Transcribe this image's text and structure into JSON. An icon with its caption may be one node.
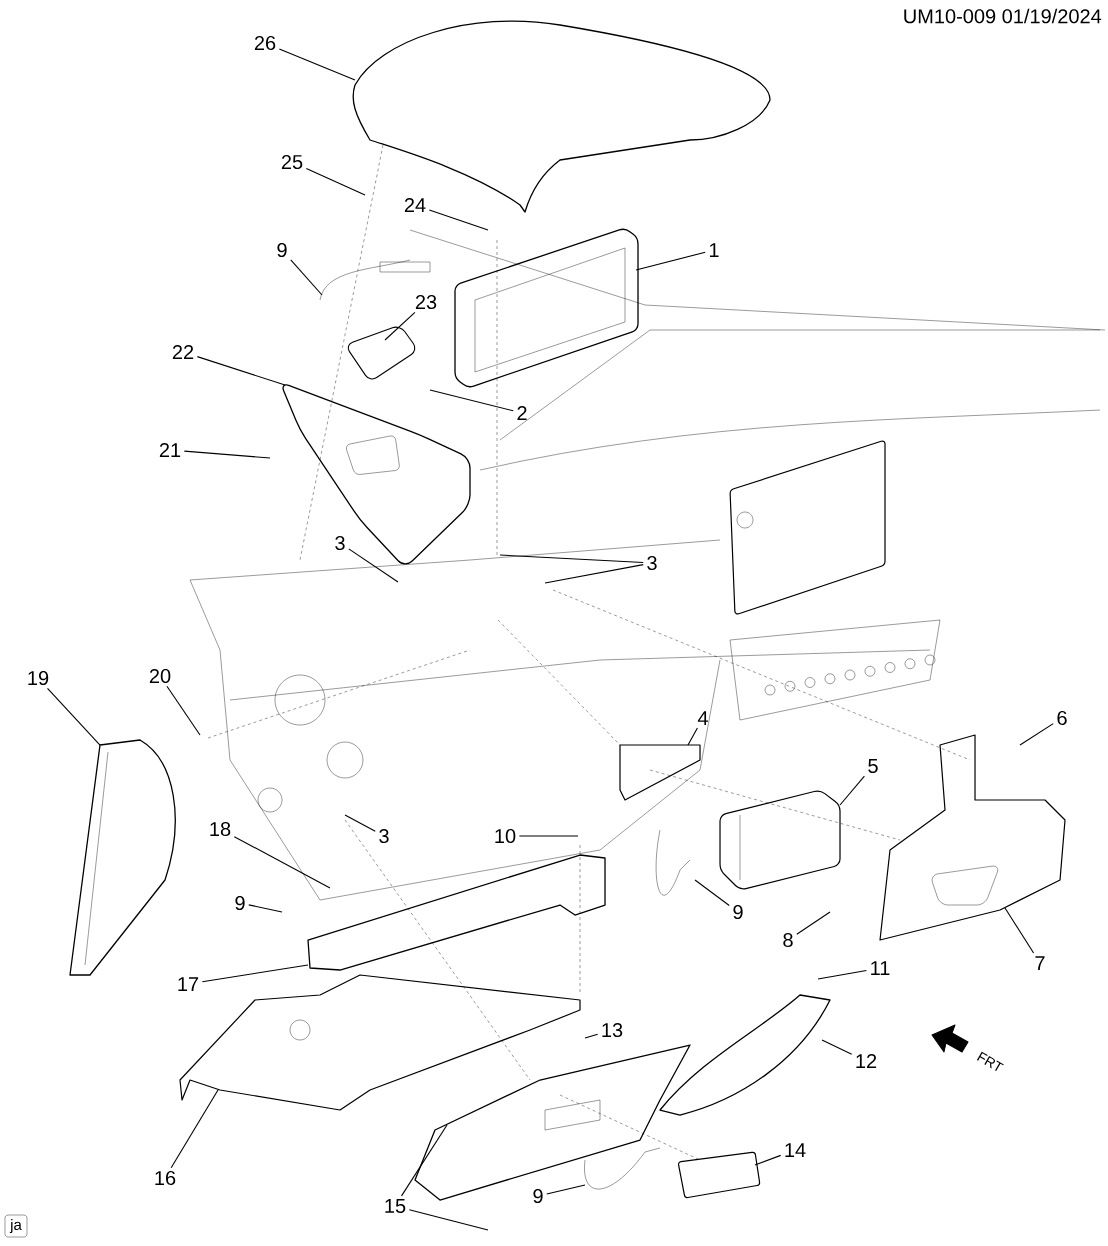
{
  "diagram": {
    "nodes": [
      {
        "text": [
          "26"
        ]
      },
      {
        "text": [
          "25"
        ]
      },
      {
        "text": [
          "24"
        ]
      },
      {
        "text": [
          "1"
        ]
      },
      {
        "text": [
          "9"
        ]
      },
      {
        "text": [
          "23"
        ]
      },
      {
        "text": [
          "22"
        ]
      },
      {
        "text": [
          "2"
        ]
      },
      {
        "text": [
          "21"
        ]
      },
      {
        "text": [
          "3"
        ]
      },
      {
        "text": [
          "3"
        ]
      },
      {
        "text": [
          "19"
        ]
      },
      {
        "text": [
          "20"
        ]
      },
      {
        "text": [
          "4"
        ]
      },
      {
        "text": [
          "6"
        ]
      },
      {
        "text": [
          "5"
        ]
      },
      {
        "text": [
          "18"
        ]
      },
      {
        "text": [
          "10"
        ]
      },
      {
        "text": [
          "3"
        ]
      },
      {
        "text": [
          "9"
        ]
      },
      {
        "text": [
          "9"
        ]
      },
      {
        "text": [
          "8"
        ]
      },
      {
        "text": [
          "7"
        ]
      },
      {
        "text": [
          "11"
        ]
      },
      {
        "text": [
          "17"
        ]
      },
      {
        "text": [
          "13"
        ]
      },
      {
        "text": [
          "12"
        ]
      },
      {
        "text": [
          "14"
        ]
      },
      {
        "text": [
          "16"
        ]
      },
      {
        "text": [
          "9"
        ]
      },
      {
        "text": [
          "15"
        ]
      }
    ],
    "edges": [
      {
        "from": 0,
        "to": null,
        "arrow": "none"
      },
      {
        "from": 1,
        "to": null,
        "arrow": "none"
      },
      {
        "from": 2,
        "to": null,
        "arrow": "none"
      },
      {
        "from": 3,
        "to": null,
        "arrow": "none"
      },
      {
        "from": 4,
        "to": null,
        "arrow": "none"
      },
      {
        "from": 5,
        "to": null,
        "arrow": "none"
      },
      {
        "from": 6,
        "to": null,
        "arrow": "none"
      },
      {
        "from": 7,
        "to": null,
        "arrow": "none"
      },
      {
        "from": 8,
        "to": null,
        "arrow": "none"
      },
      {
        "from": 9,
        "to": null,
        "arrow": "none"
      },
      {
        "from": 10,
        "to": null,
        "arrow": "none"
      },
      {
        "from": 11,
        "to": null,
        "arrow": "none"
      },
      {
        "from": 12,
        "to": null,
        "arrow": "none"
      },
      {
        "from": 13,
        "to": null,
        "arrow": "none"
      },
      {
        "from": 14,
        "to": null,
        "arrow": "none"
      },
      {
        "from": 15,
        "to": null,
        "arrow": "none"
      },
      {
        "from": 16,
        "to": null,
        "arrow": "none"
      },
      {
        "from": 17,
        "to": null,
        "arrow": "none"
      },
      {
        "from": 18,
        "to": null,
        "arrow": "none"
      },
      {
        "from": 19,
        "to": null,
        "arrow": "none"
      },
      {
        "from": 20,
        "to": null,
        "arrow": "none"
      },
      {
        "from": 21,
        "to": null,
        "arrow": "none"
      },
      {
        "from": 22,
        "to": null,
        "arrow": "none"
      },
      {
        "from": 23,
        "to": null,
        "arrow": "none"
      },
      {
        "from": 24,
        "to": null,
        "arrow": "none"
      },
      {
        "from": 25,
        "to": null,
        "arrow": "none"
      },
      {
        "from": 26,
        "to": null,
        "arrow": "none"
      },
      {
        "from": 27,
        "to": null,
        "arrow": "none"
      },
      {
        "from": 28,
        "to": null,
        "arrow": "none"
      },
      {
        "from": 29,
        "to": null,
        "arrow": "none"
      },
      {
        "from": 30,
        "to": null,
        "arrow": "none"
      },
      {
        "from": 10,
        "to": null,
        "arrow": "none"
      },
      {
        "from": 30,
        "to": null,
        "arrow": "none"
      }
    ],
    "labels": [
      "UM10-009  01/19/2024",
      "FRT",
      "ja"
    ]
  }
}
